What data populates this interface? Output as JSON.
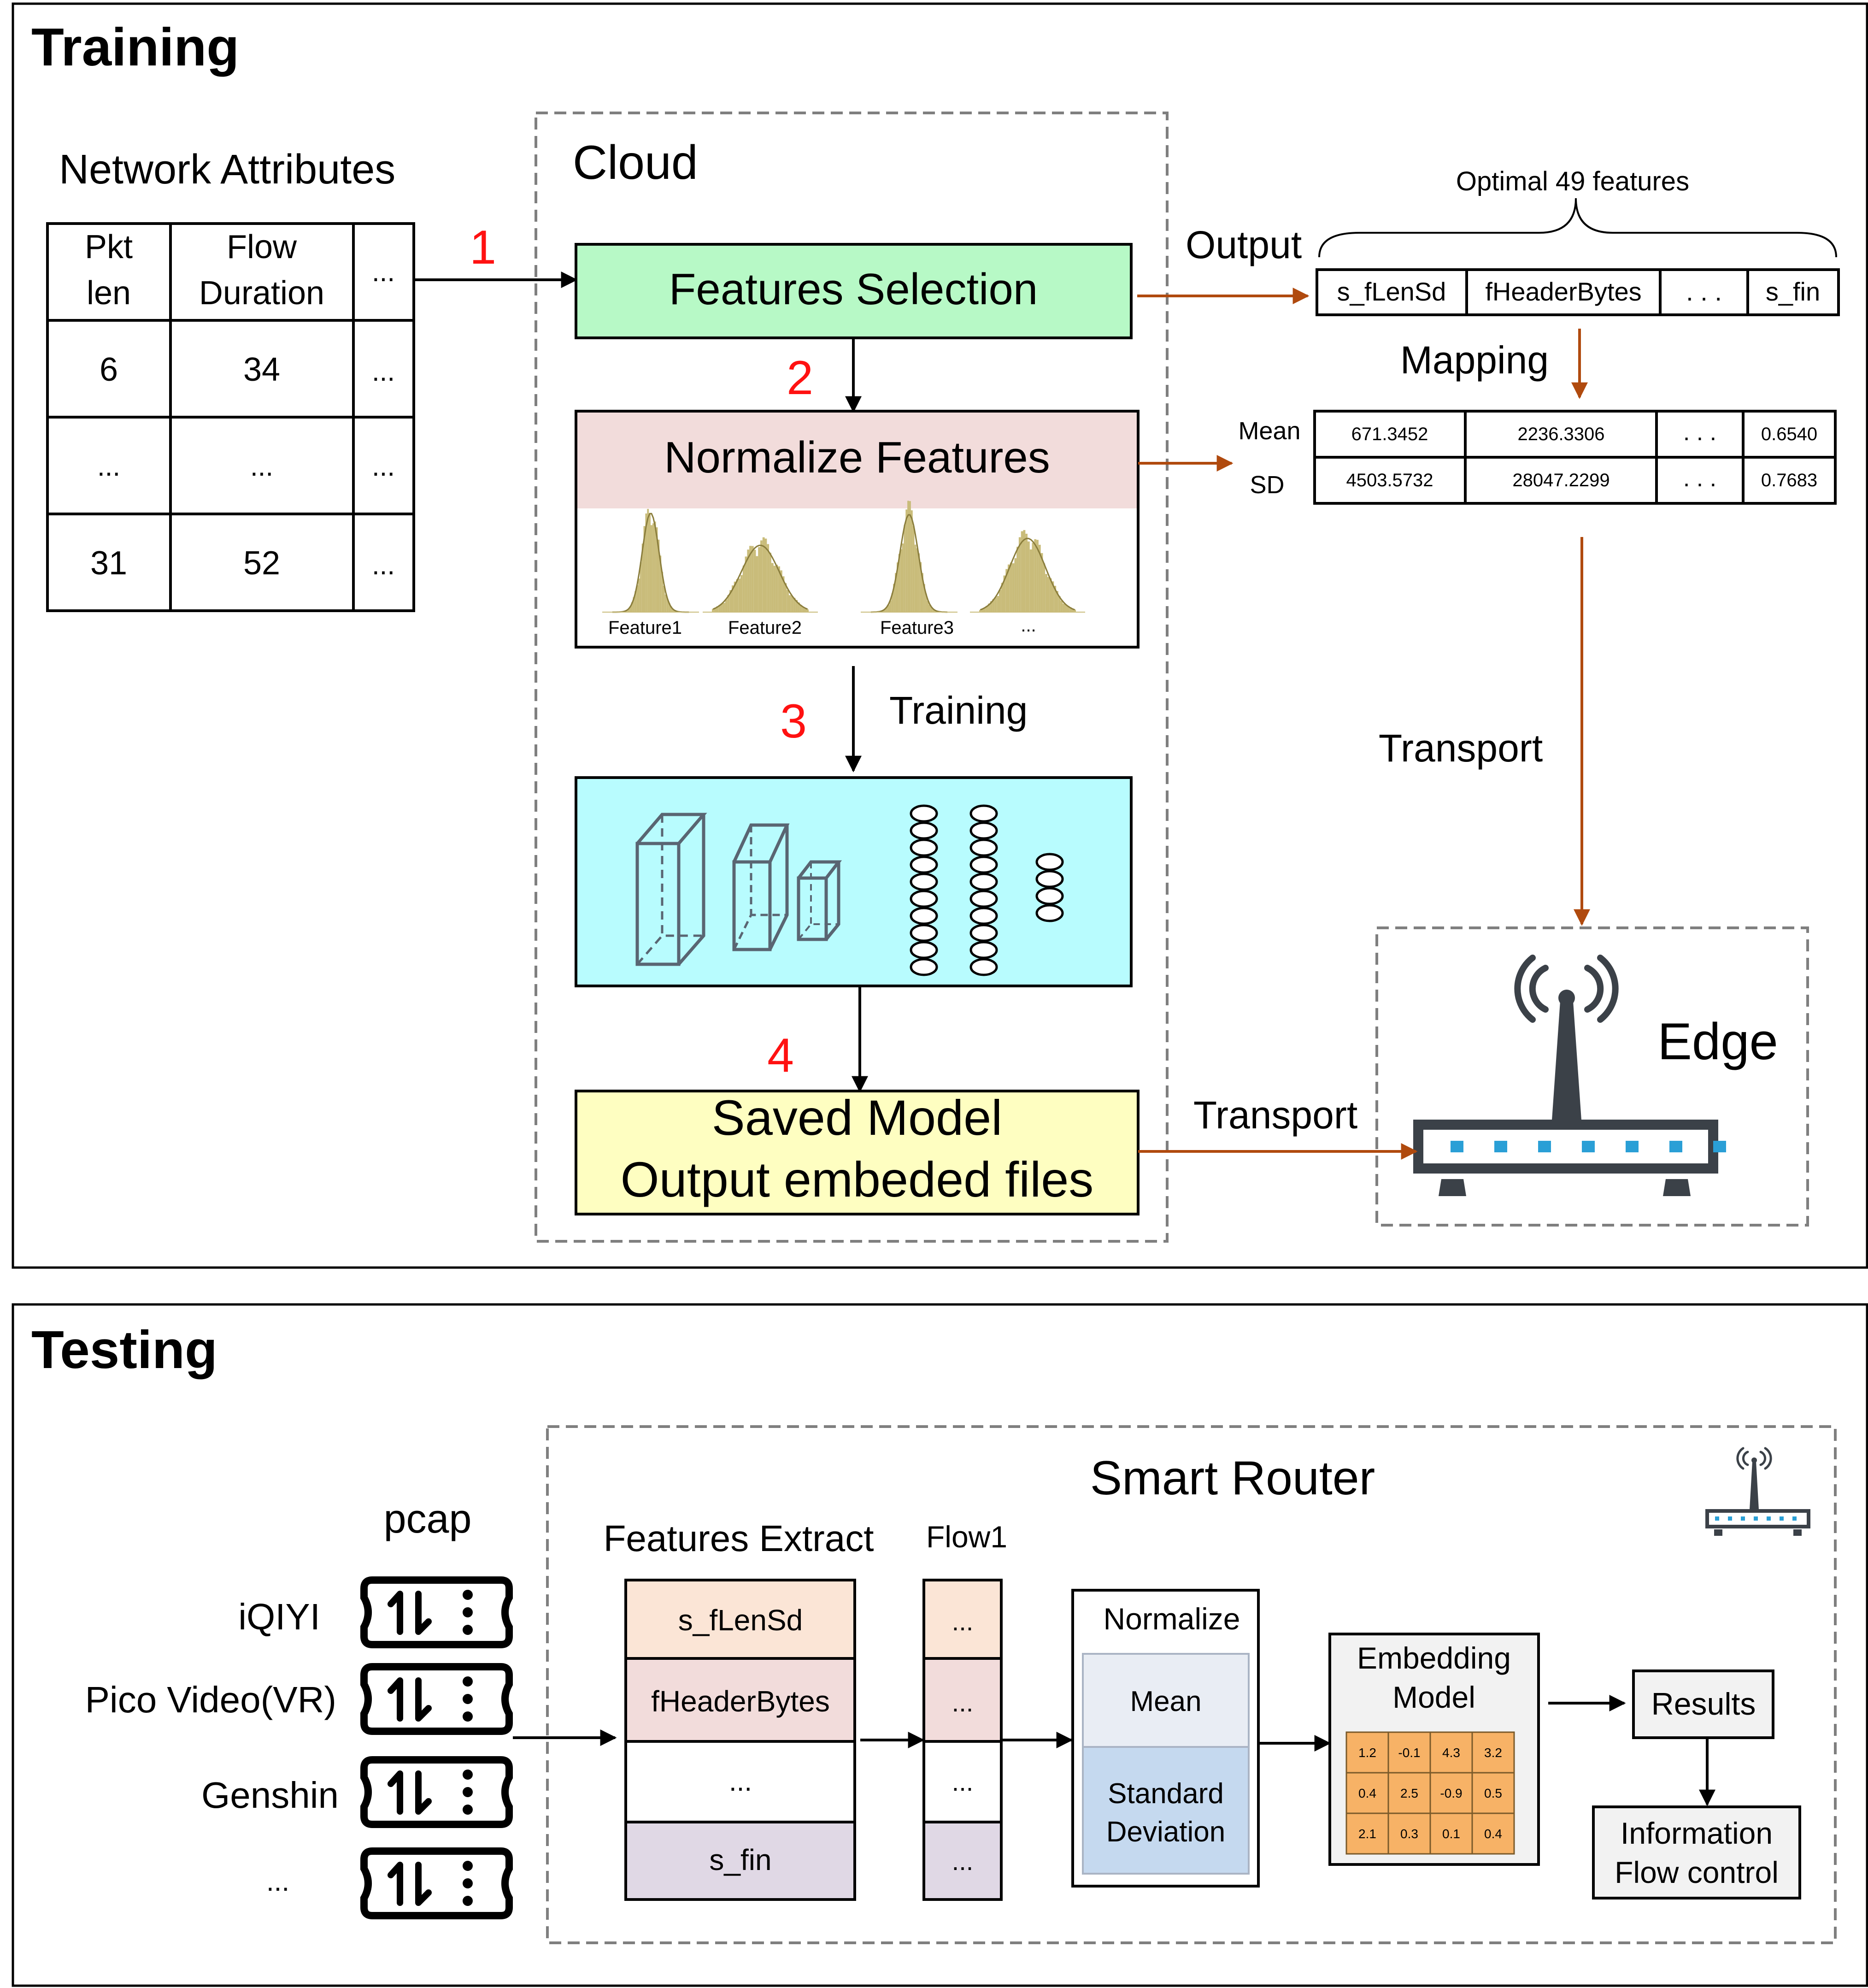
{
  "training": {
    "title": "Training",
    "network_attributes": {
      "title": "Network Attributes",
      "header": [
        "Pkt\nlen",
        "Flow\nDuration",
        "..."
      ],
      "rows": [
        [
          "6",
          "34",
          "..."
        ],
        [
          "...",
          "...",
          "..."
        ],
        [
          "31",
          "52",
          "..."
        ]
      ]
    },
    "cloud": {
      "label": "Cloud",
      "steps": [
        "1",
        "2",
        "3",
        "4"
      ],
      "features_selection": "Features Selection",
      "normalize_features": "Normalize Features",
      "histogram_labels": [
        "Feature1",
        "Feature2",
        "Feature3",
        "..."
      ],
      "training_label": "Training",
      "saved_model": [
        "Saved Model",
        "Output embeded files"
      ]
    },
    "output_label": "Output",
    "optimal_label": "Optimal 49 features",
    "feature_names": [
      "s_fLenSd",
      "fHeaderBytes",
      ". . .",
      "s_fin"
    ],
    "mapping_label": "Mapping",
    "mapping": {
      "row_labels": [
        "Mean",
        "SD"
      ],
      "mean": [
        "671.3452",
        "2236.3306",
        ". . .",
        "0.6540"
      ],
      "sd": [
        "4503.5732",
        "28047.2299",
        ". . .",
        "0.7683"
      ]
    },
    "transport_vertical": "Transport",
    "transport_horizontal": "Transport",
    "edge_label": "Edge"
  },
  "testing": {
    "title": "Testing",
    "pcap_label": "pcap",
    "apps": [
      "iQIYI",
      "Pico Video(VR)",
      "Genshin",
      "..."
    ],
    "smart_router": "Smart Router",
    "features_extract": {
      "title": "Features Extract",
      "cells": [
        "s_fLenSd",
        "fHeaderBytes",
        "...",
        "s_fin"
      ]
    },
    "flow": {
      "title": "Flow1",
      "cells": [
        "...",
        "...",
        "...",
        "..."
      ]
    },
    "normalize": {
      "title": "Normalize",
      "mean": "Mean",
      "std": [
        "Standard",
        "Deviation"
      ]
    },
    "embedding": {
      "title": [
        "Embedding",
        "Model"
      ],
      "grid": [
        [
          "1.2",
          "-0.1",
          "4.3",
          "3.2"
        ],
        [
          "0.4",
          "2.5",
          "-0.9",
          "0.5"
        ],
        [
          "2.1",
          "0.3",
          "0.1",
          "0.4"
        ]
      ]
    },
    "results": "Results",
    "info_flow": [
      "Information",
      "Flow control"
    ]
  },
  "colors": {
    "features_selection": "#b7f9c6",
    "normalize_header": "#f2dcdb",
    "model_panel": "#b8fcfe",
    "saved_model": "#fefec1",
    "step_number": "#ff1111",
    "brown_arrow": "#b04a0e",
    "histogram": "#c9bc7a",
    "router_dark": "#3b4148",
    "router_led": "#2a9fd6",
    "fe_cell_1": "#fbe5d6",
    "fe_cell_2": "#f2dcdb",
    "fe_cell_4": "#e0d8e5",
    "norm_mean": "#e9edf4",
    "norm_std": "#c5d9ef",
    "embed_cell": "#f7b266"
  }
}
